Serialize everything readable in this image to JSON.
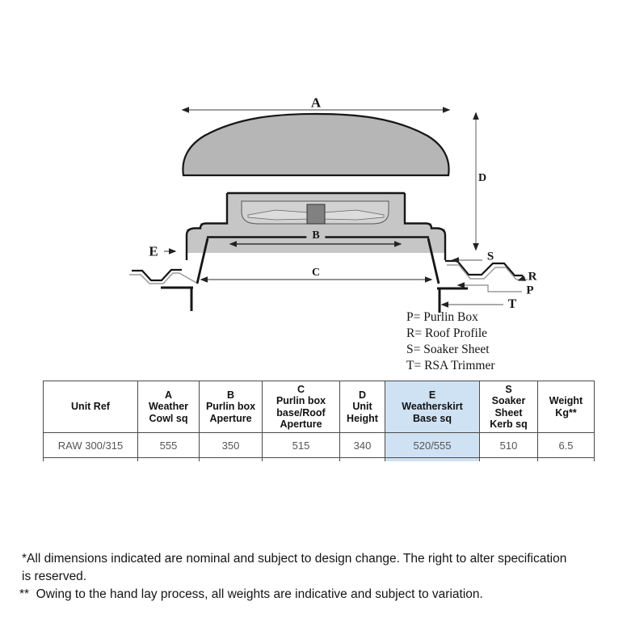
{
  "colors": {
    "highlight": "#cfe2f4",
    "metal": "#c6c6c6",
    "dome": "#b6b6b6",
    "panel": "#d2d2d2",
    "blade": "#dcdcdc",
    "hub": "#818181"
  },
  "diagram": {
    "labels": {
      "a": "A",
      "b": "B",
      "c": "C",
      "d": "D",
      "e": "E",
      "s": "S",
      "r": "R",
      "p": "P",
      "t": "T"
    },
    "legend": [
      "P= Purlin Box",
      "R= Roof Profile",
      "S= Soaker Sheet",
      "T= RSA Trimmer"
    ]
  },
  "table": {
    "headers": [
      [
        "Unit Ref"
      ],
      [
        "A",
        "Weather",
        "Cowl sq"
      ],
      [
        "B",
        "Purlin box",
        "Aperture"
      ],
      [
        "C",
        "Purlin box",
        "base/Roof",
        "Aperture"
      ],
      [
        "D",
        "Unit",
        "Height"
      ],
      [
        "E",
        "Weatherskirt",
        "Base sq"
      ],
      [
        "S",
        "Soaker",
        "Sheet",
        "Kerb sq"
      ],
      [
        "Weight",
        "Kg**"
      ]
    ],
    "row": [
      "RAW 300/315",
      "555",
      "350",
      "515",
      "340",
      "520/555",
      "510",
      "6.5"
    ]
  },
  "footnotes": {
    "note1_line1": "*All dimensions indicated are nominal and subject to design change. The right to alter specification",
    "note1_line2": "is reserved.",
    "note2": "**  Owing to the hand lay process, all weights are indicative and subject to variation."
  }
}
